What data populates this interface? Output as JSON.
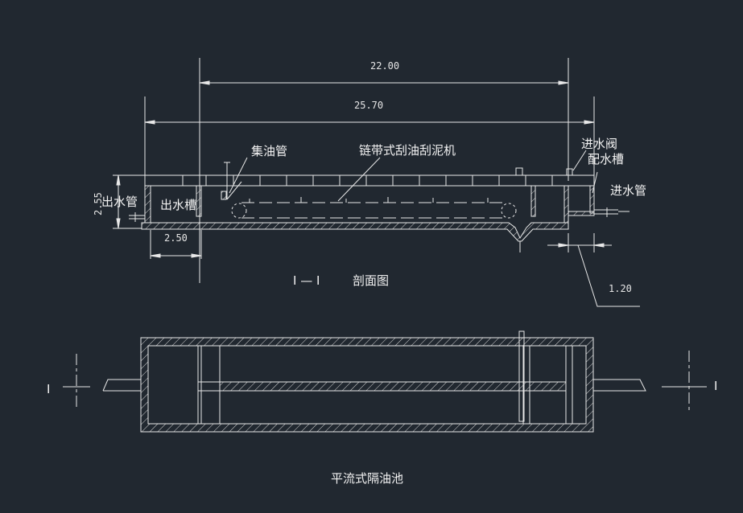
{
  "colors": {
    "background": "#212830",
    "lines": "#e8e8e8",
    "hatch": "#d6d6d6"
  },
  "dimensions": {
    "inner_length": "22.00",
    "total_length": "25.70",
    "depth": "2.55",
    "outlet_tank_width": "2.50",
    "inlet_tank_width": "1.20"
  },
  "labels": {
    "oil_collection_pipe": "集油管",
    "chain_scraper": "链带式刮油刮泥机",
    "inlet_valve": "进水阀",
    "distribution_tank": "配水槽",
    "inlet_pipe": "进水管",
    "outlet_pipe": "出水管",
    "outlet_tank": "出水槽"
  },
  "section": {
    "marker": "I — I",
    "title": "剖面图"
  },
  "plan": {
    "left_marker": "I",
    "right_marker": "I",
    "title": "平流式隔油池"
  }
}
